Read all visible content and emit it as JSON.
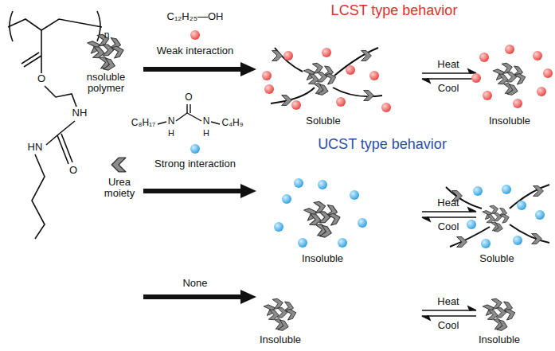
{
  "diagram": {
    "labels": [
      "n",
      "O",
      "NH",
      "HN",
      "O",
      "nsoluble polymer",
      "Urea moiety",
      "C₁₂H₂₅—OH",
      "Weak interaction",
      "C₈H₁₇",
      "N",
      "H",
      "O",
      "N",
      "H",
      "C₄H₉",
      "Strong interaction",
      "None",
      "LCST type behavior",
      "Heat",
      "Cool",
      "Soluble",
      "Insoluble",
      "UCST type behavior",
      "Heat",
      "Cool",
      "Insoluble",
      "Soluble",
      "Heat",
      "Cool",
      "Insoluble",
      "Insoluble"
    ]
  }
}
